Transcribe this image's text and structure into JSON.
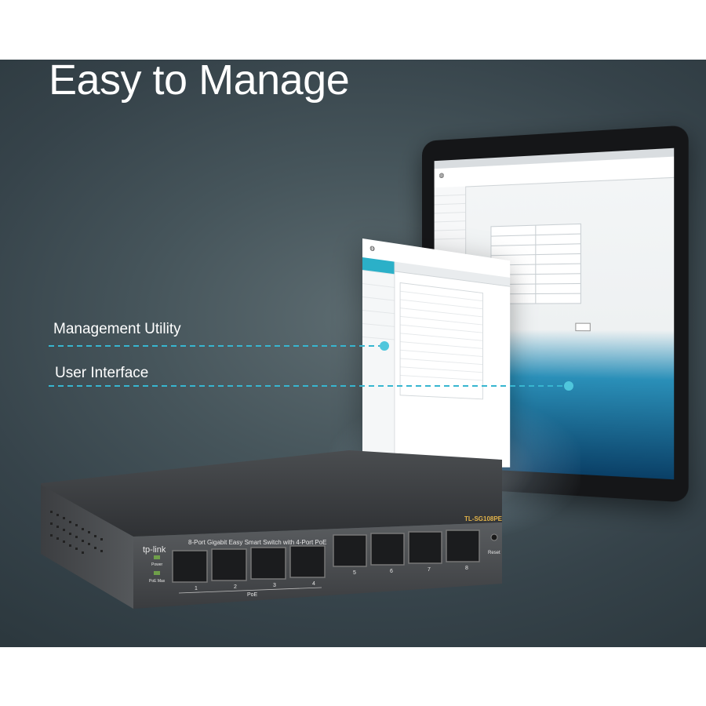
{
  "headline": "Easy to Manage",
  "callouts": {
    "management_utility": "Management Utility",
    "user_interface": "User Interface"
  },
  "switch": {
    "brand": "tp-link",
    "description": "8-Port Gigabit Easy Smart Switch with 4-Port PoE",
    "model": "TL-SG108PE",
    "power_label": "Power",
    "poe_max_label": "PoE Max",
    "poe_label": "PoE",
    "reset_label": "Reset",
    "port_numbers": [
      "1",
      "2",
      "3",
      "4",
      "5",
      "6",
      "7",
      "8"
    ]
  },
  "colors": {
    "accent": "#2bb0c8",
    "background": "#3c4a50"
  }
}
